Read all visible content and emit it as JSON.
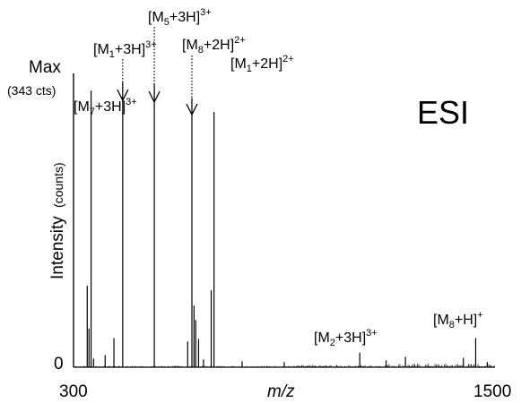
{
  "chart_data": {
    "type": "line",
    "title": "ESI",
    "xlabel": "m/z",
    "ylabel": "Intensity",
    "ylabel_unit": "(counts)",
    "xlim": [
      300,
      1500
    ],
    "ylim": [
      0,
      343
    ],
    "x_ticks": [
      "300",
      "1500"
    ],
    "y_ticks": {
      "top": "Max",
      "top_note": "(343 cts)",
      "bottom": "0"
    },
    "peaks": [
      {
        "x": 300,
        "y": 343
      },
      {
        "x": 339,
        "y": 95
      },
      {
        "x": 344,
        "y": 45
      },
      {
        "x": 350,
        "y": 323
      },
      {
        "x": 357,
        "y": 10
      },
      {
        "x": 390,
        "y": 14
      },
      {
        "x": 415,
        "y": 34
      },
      {
        "x": 440,
        "y": 333
      },
      {
        "x": 530,
        "y": 330
      },
      {
        "x": 625,
        "y": 30
      },
      {
        "x": 637,
        "y": 314
      },
      {
        "x": 643,
        "y": 72
      },
      {
        "x": 648,
        "y": 55
      },
      {
        "x": 656,
        "y": 33
      },
      {
        "x": 670,
        "y": 9
      },
      {
        "x": 692,
        "y": 90
      },
      {
        "x": 700,
        "y": 298
      },
      {
        "x": 780,
        "y": 7
      },
      {
        "x": 900,
        "y": 6
      },
      {
        "x": 1115,
        "y": 17
      },
      {
        "x": 1190,
        "y": 8
      },
      {
        "x": 1245,
        "y": 12
      },
      {
        "x": 1410,
        "y": 11
      },
      {
        "x": 1445,
        "y": 34
      },
      {
        "x": 1478,
        "y": 6
      }
    ],
    "annotations": [
      {
        "id": "m7-3h",
        "base": "[M",
        "sub": "7",
        "mid": "+3H]",
        "sup": "3+",
        "peak_x": 350,
        "arrow": false
      },
      {
        "id": "m1-3h",
        "base": "[M",
        "sub": "1",
        "mid": "+3H]",
        "sup": "3+",
        "peak_x": 440,
        "arrow": true
      },
      {
        "id": "m5-3h",
        "base": "[M",
        "sub": "5",
        "mid": "+3H]",
        "sup": "3+",
        "peak_x": 530,
        "arrow": true
      },
      {
        "id": "m8-2h",
        "base": "[M",
        "sub": "8",
        "mid": "+2H]",
        "sup": "2+",
        "peak_x": 637,
        "arrow": true
      },
      {
        "id": "m1-2h",
        "base": "[M",
        "sub": "1",
        "mid": "+2H]",
        "sup": "2+",
        "peak_x": 700,
        "arrow": false
      },
      {
        "id": "m2-3h",
        "base": "[M",
        "sub": "2",
        "mid": "+3H]",
        "sup": "3+",
        "peak_x": 1115,
        "arrow": false
      },
      {
        "id": "m8-h",
        "base": "[M",
        "sub": "8",
        "mid": "+H]",
        "sup": "+",
        "peak_x": 1445,
        "arrow": false
      }
    ]
  }
}
